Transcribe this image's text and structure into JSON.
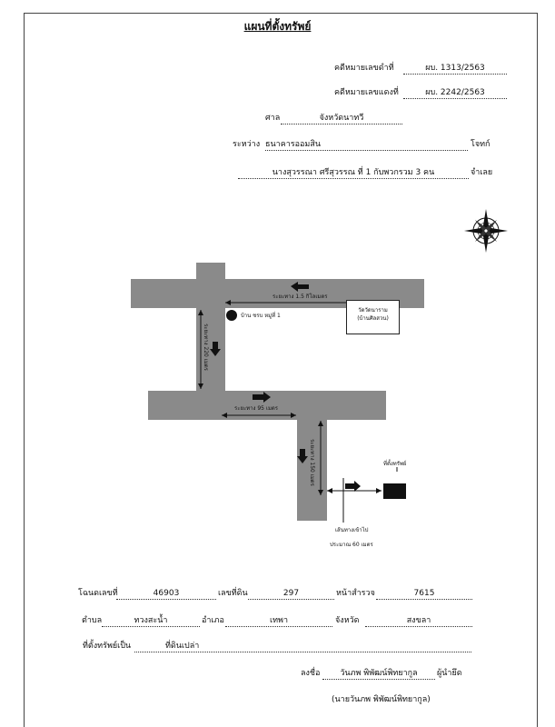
{
  "document": {
    "title": "แผนที่ตั้งทรัพย์",
    "black_case_label": "คดีหมายเลขดำที่",
    "black_case_value": "ผบ. 1313/2563",
    "red_case_label": "คดีหมายเลขแดงที่",
    "red_case_value": "ผบ. 2242/2563",
    "court_label": "ศาล",
    "court_value": "จังหวัดนาทวี",
    "between_label": "ระหว่าง",
    "plaintiff_value": "ธนาคารออมสิน",
    "plaintiff_role": "โจทก์",
    "defendant_value": "นางสุวรรณา ศรีสุวรรณ ที่ 1 กับพวกรวม 3 คน",
    "defendant_role": "จำเลย"
  },
  "map": {
    "road_top_distance": "ระยะทาง 1.5 กิโลเมตร",
    "village_label": "บ้าน ชรบ หมู่ที่ 1",
    "temple_line1": "วัดวัดนาราม",
    "temple_line2": "(บ้านศิลสวน)",
    "road_left_distance": "ระยะทาง 220 เมตร",
    "road_middle_distance": "ระยะทาง 95 เมตร",
    "road_bottom_distance": "ระยะทาง 150 เมตร",
    "property_label": "ที่ตั้งทรัพย์",
    "walkway_label": "เส้นทางเข้าไป",
    "walkway_distance": "ประมาณ 60 เมตร"
  },
  "details": {
    "deed_label": "โฉนดเลขที่",
    "deed_value": "46903",
    "land_no_label": "เลขที่ดิน",
    "land_no_value": "297",
    "survey_label": "หน้าสำรวจ",
    "survey_value": "7615",
    "subdistrict_label": "ตำบล",
    "subdistrict_value": "ทวงสะน้ำ",
    "district_label": "อำเภอ",
    "district_value": "เทพา",
    "province_label": "จังหวัด",
    "province_value": "สงขลา",
    "property_type_label": "ที่ตั้งทรัพย์เป็น",
    "property_type_value": "ที่ดินเปล่า"
  },
  "signature": {
    "sign_label": "ลงชื่อ",
    "sign_value": "วันภพ พิพัฒน์พิทยากูล",
    "sign_role": "ผู้นำยึด",
    "printed_name": "(นายวันภพ  พิพัฒน์พิทยากูล)"
  },
  "colors": {
    "road": "#8a8a8a",
    "ink": "#111111"
  }
}
